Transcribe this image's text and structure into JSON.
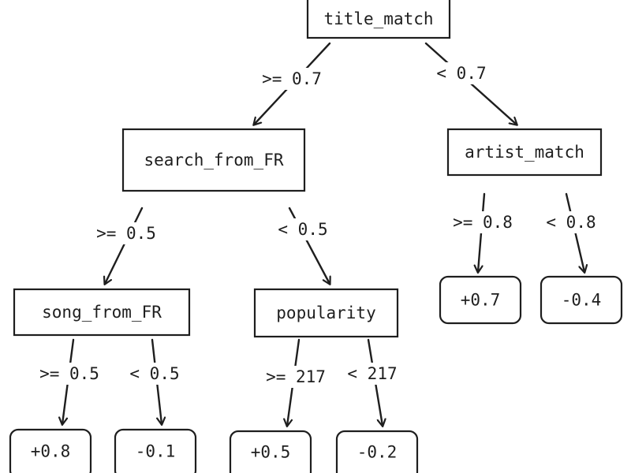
{
  "tree": {
    "nodes": [
      {
        "id": "title_match",
        "label": "title_match",
        "type": "split"
      },
      {
        "id": "search_from_FR",
        "label": "search_from_FR",
        "type": "split"
      },
      {
        "id": "artist_match",
        "label": "artist_match",
        "type": "split"
      },
      {
        "id": "song_from_FR",
        "label": "song_from_FR",
        "type": "split"
      },
      {
        "id": "popularity",
        "label": "popularity",
        "type": "split"
      },
      {
        "id": "leaf_artist_ge",
        "label": "+0.7",
        "type": "leaf"
      },
      {
        "id": "leaf_artist_lt",
        "label": "-0.4",
        "type": "leaf"
      },
      {
        "id": "leaf_song_ge",
        "label": "+0.8",
        "type": "leaf"
      },
      {
        "id": "leaf_song_lt",
        "label": "-0.1",
        "type": "leaf"
      },
      {
        "id": "leaf_pop_ge",
        "label": "+0.5",
        "type": "leaf"
      },
      {
        "id": "leaf_pop_lt",
        "label": "-0.2",
        "type": "leaf"
      }
    ],
    "edges": [
      {
        "from": "title_match",
        "to": "search_from_FR",
        "label": ">= 0.7"
      },
      {
        "from": "title_match",
        "to": "artist_match",
        "label": "< 0.7"
      },
      {
        "from": "search_from_FR",
        "to": "song_from_FR",
        "label": ">= 0.5"
      },
      {
        "from": "search_from_FR",
        "to": "popularity",
        "label": "< 0.5"
      },
      {
        "from": "artist_match",
        "to": "leaf_artist_ge",
        "label": ">= 0.8"
      },
      {
        "from": "artist_match",
        "to": "leaf_artist_lt",
        "label": "< 0.8"
      },
      {
        "from": "song_from_FR",
        "to": "leaf_song_ge",
        "label": ">= 0.5"
      },
      {
        "from": "song_from_FR",
        "to": "leaf_song_lt",
        "label": "< 0.5"
      },
      {
        "from": "popularity",
        "to": "leaf_pop_ge",
        "label": ">= 217"
      },
      {
        "from": "popularity",
        "to": "leaf_pop_lt",
        "label": "< 217"
      }
    ]
  },
  "colors": {
    "stroke": "#1e1e1e",
    "background": "#ffffff"
  }
}
